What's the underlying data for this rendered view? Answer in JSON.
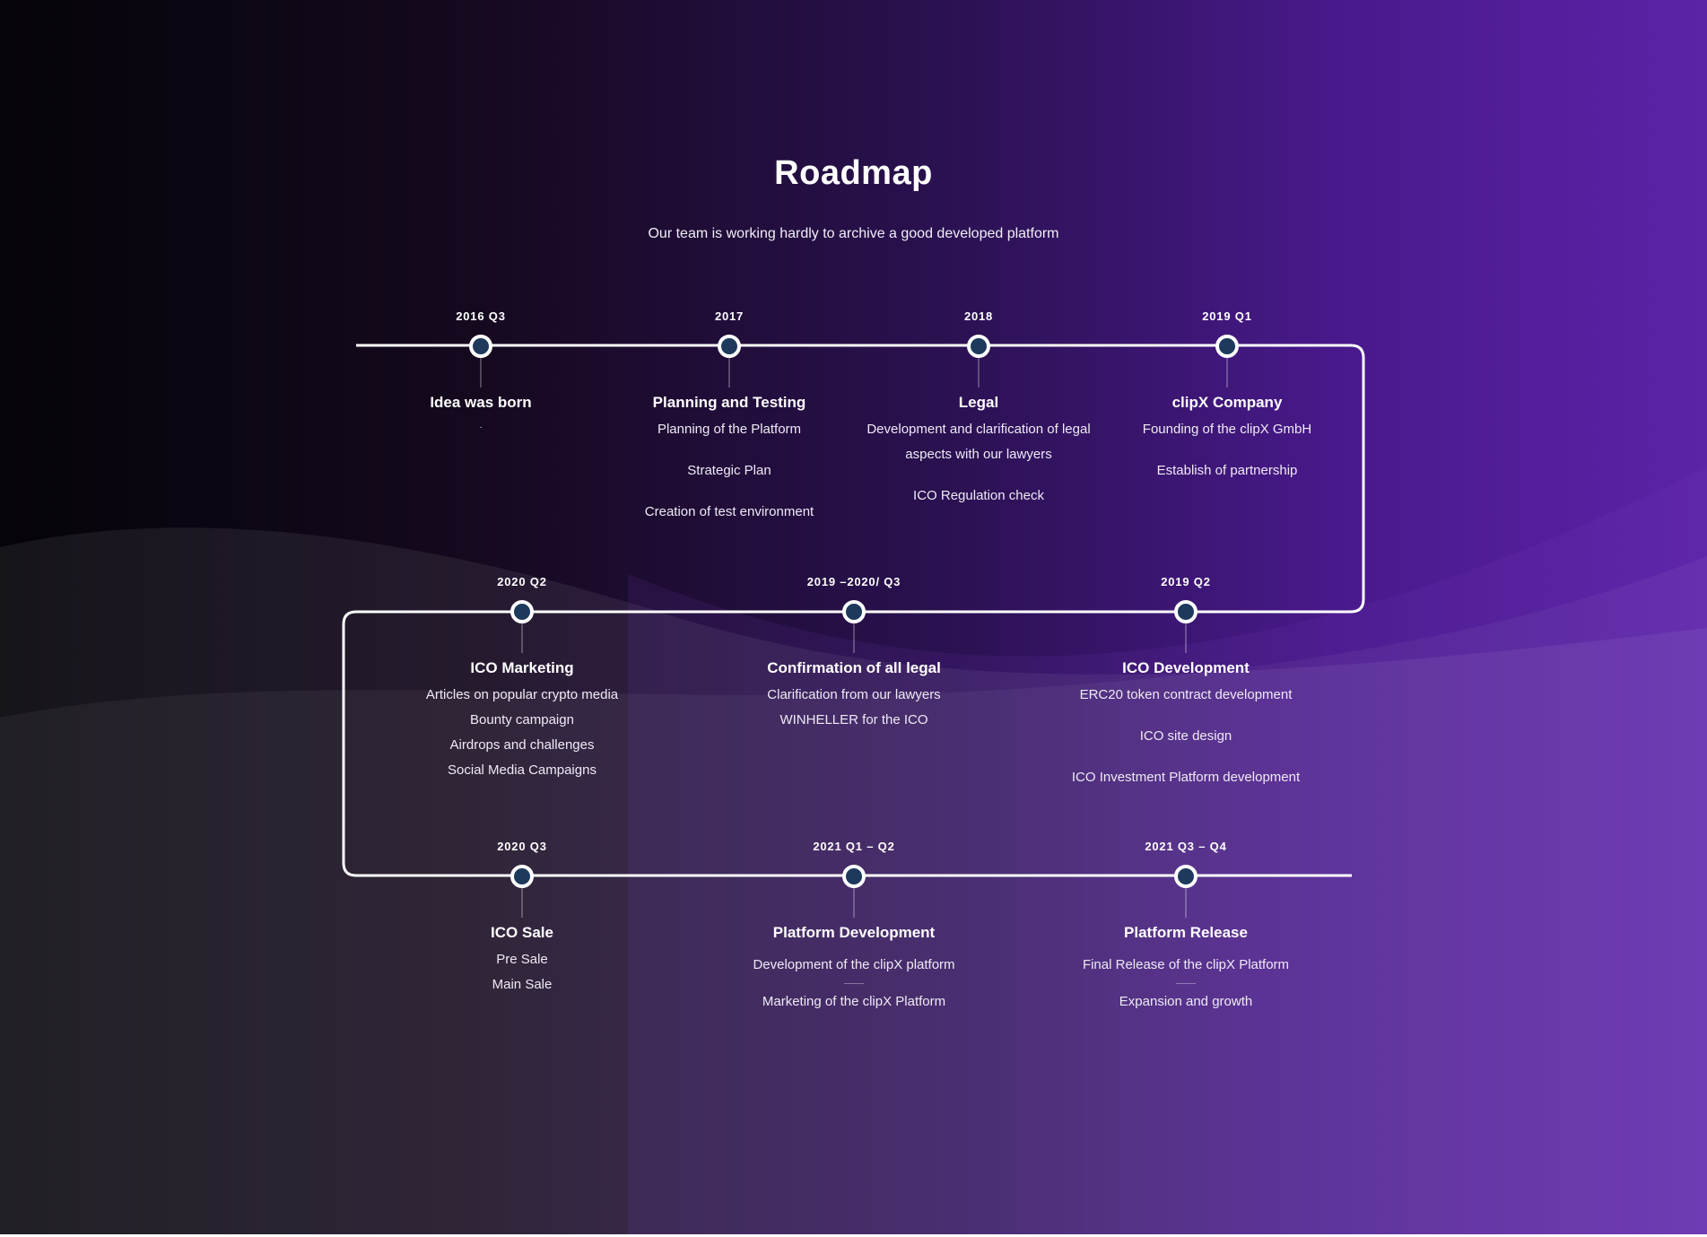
{
  "header": {
    "title": "Roadmap",
    "subtitle": "Our team is working hardly to archive a good developed platform"
  },
  "colors": {
    "line": "#ffffff",
    "node_fill": "#1d3a5c",
    "node_ring": "#ffffff",
    "accent_purple": "#5b23a8"
  },
  "milestones": [
    {
      "date": "2016 Q3",
      "title": "Idea was born",
      "items": [
        "."
      ]
    },
    {
      "date": "2017",
      "title": "Planning and Testing",
      "items": [
        "Planning of the Platform",
        "Strategic Plan",
        "Creation of test environment"
      ]
    },
    {
      "date": "2018",
      "title": "Legal",
      "items": [
        "Development and clarification of legal aspects with our lawyers",
        "ICO Regulation check"
      ]
    },
    {
      "date": "2019 Q1",
      "title": "clipX Company",
      "items": [
        "Founding of the clipX GmbH",
        "Establish of partnership"
      ]
    },
    {
      "date": "2020 Q2",
      "title": "ICO Marketing",
      "items": [
        "Articles on popular crypto media",
        "Bounty campaign",
        "Airdrops and challenges",
        "Social Media Campaigns"
      ]
    },
    {
      "date": "2019 –2020/ Q3",
      "title": "Confirmation of all legal",
      "items": [
        "Clarification from our lawyers",
        "WINHELLER for the ICO"
      ]
    },
    {
      "date": "2019 Q2",
      "title": "ICO Development",
      "items": [
        "ERC20 token contract development",
        "ICO site design",
        "ICO Investment Platform development"
      ]
    },
    {
      "date": "2020 Q3",
      "title": "ICO Sale",
      "items": [
        "Pre Sale",
        "Main Sale"
      ]
    },
    {
      "date": "2021 Q1 – Q2",
      "title": "Platform Development",
      "items": [
        "Development of the clipX platform",
        "Marketing of the clipX Platform"
      ]
    },
    {
      "date": "2021 Q3 – Q4",
      "title": "Platform Release",
      "items": [
        "Final Release of the clipX Platform",
        "Expansion and growth"
      ]
    }
  ]
}
